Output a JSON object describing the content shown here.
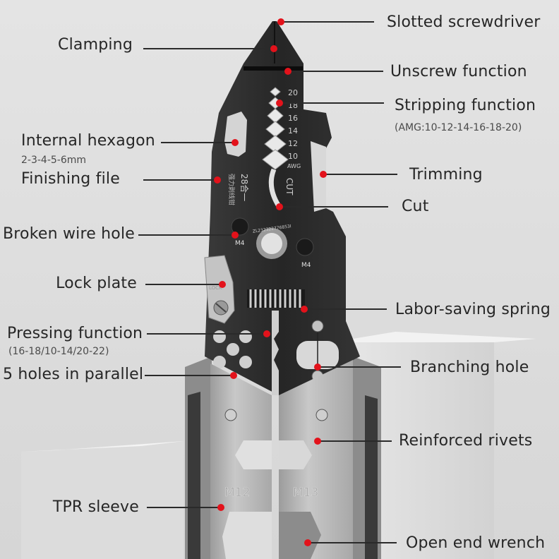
{
  "title": "28-in-1 wire stripper multi-tool feature diagram",
  "colors": {
    "dot": "#e3121b",
    "leader": "#2a2a2a",
    "tool_body": "#2c2c2c",
    "steel": "#bdbdbd",
    "background": "#e0e0e0"
  },
  "callouts_left": [
    {
      "label": "Clamping"
    },
    {
      "label": "Internal hexagon",
      "sub": "2-3-4-5-6mm"
    },
    {
      "label": "Finishing file"
    },
    {
      "label": "Broken wire hole"
    },
    {
      "label": "Lock plate"
    },
    {
      "label": "Pressing function",
      "sub": "(16-18/10-14/20-22)"
    },
    {
      "label": "5 holes in parallel"
    },
    {
      "label": "TPR sleeve"
    }
  ],
  "callouts_right": [
    {
      "label": "Slotted screwdriver"
    },
    {
      "label": "Unscrew function"
    },
    {
      "label": "Stripping function",
      "sub": "(AMG:10-12-14-16-18-20)"
    },
    {
      "label": "Trimming"
    },
    {
      "label": "Cut"
    },
    {
      "label": "Labor-saving spring"
    },
    {
      "label": "Branching hole"
    },
    {
      "label": "Reinforced rivets"
    },
    {
      "label": "Open end wrench"
    }
  ],
  "tool_markings": {
    "awg_scale": [
      "20",
      "18",
      "16",
      "14",
      "12",
      "10"
    ],
    "awg_unit": "AWG",
    "cut": "CUT",
    "model": "28合一",
    "chinese_name": "强力剥线钳",
    "serial": "ZL232322776853I",
    "hole_left": "M4",
    "hole_right": "M4",
    "lock": "LOCK",
    "wrench_left": "M12",
    "wrench_right": "M13"
  }
}
